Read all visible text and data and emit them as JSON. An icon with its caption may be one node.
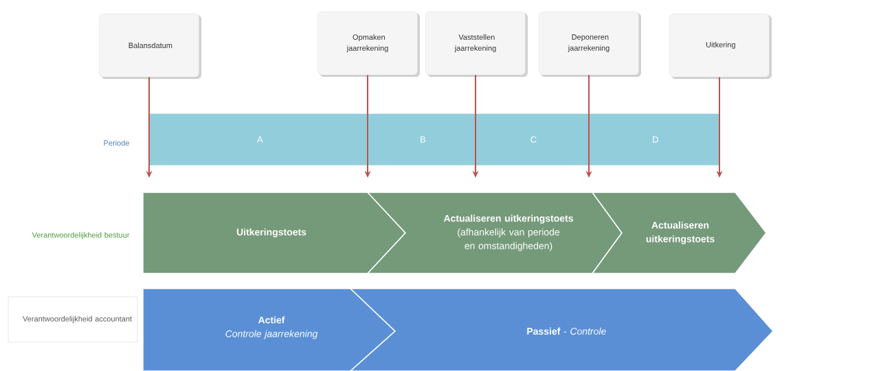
{
  "diagram": {
    "nodes": [
      {
        "text": [
          "Balansdatum"
        ]
      },
      {
        "text": [
          "Opmaken jaarrekening"
        ]
      },
      {
        "text": [
          "Vaststellen jaarrekening"
        ]
      },
      {
        "text": [
          "Deponeren jaarrekening"
        ]
      },
      {
        "text": [
          "Uitkering"
        ]
      },
      {
        "text": [
          "A"
        ]
      },
      {
        "text": [
          "B"
        ]
      },
      {
        "text": [
          "C"
        ]
      },
      {
        "text": [
          "D"
        ]
      },
      {
        "text": [
          "Uitkeringstoets"
        ]
      },
      {
        "text": [
          "Actualiseren uitkeringstoets",
          "(afhankelijk van periode en omstandigheden)"
        ]
      },
      {
        "text": [
          "Actualiseren uitkeringstoets"
        ]
      },
      {
        "text": [
          "Verantwoordelijkheid accountant"
        ]
      },
      {
        "text": [
          "Actief",
          "Controle jaarrekening"
        ]
      },
      {
        "text": [
          "**Passief** - *Controle*"
        ]
      }
    ],
    "edges": [
      {
        "from": 0,
        "to": 5,
        "arrow": "to"
      },
      {
        "from": 1,
        "to": 6,
        "arrow": "to"
      },
      {
        "from": 2,
        "to": 6,
        "arrow": "to"
      },
      {
        "from": 3,
        "to": 7,
        "arrow": "to"
      },
      {
        "from": 4,
        "to": 8,
        "arrow": "to"
      }
    ],
    "labels": [
      "Periode",
      "Verantwoordelijkheid bestuur"
    ]
  }
}
